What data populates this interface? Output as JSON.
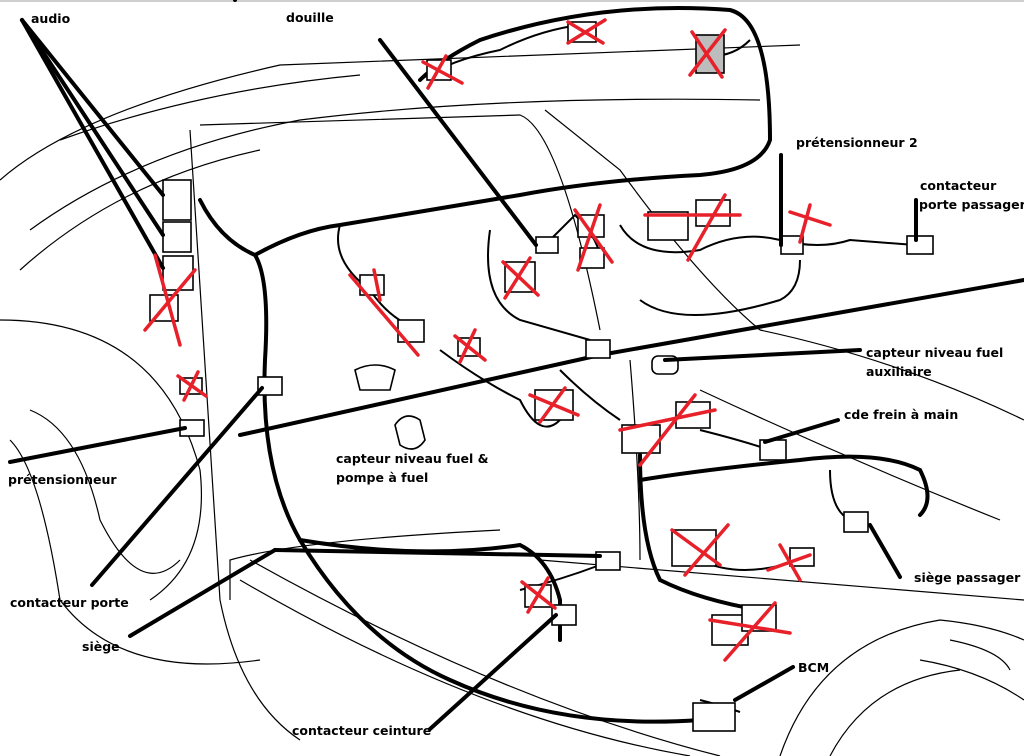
{
  "diagram": {
    "title": "Faisceau électrique véhicule — connecteurs",
    "colors": {
      "line": "#000000",
      "cross": "#e8202a",
      "hatch": "#bdbdbd"
    },
    "labels": {
      "audio": "audio",
      "douille": "douille",
      "pretensionneur_2": "prétensionneur 2",
      "contacteur_porte_passager_1": "contacteur",
      "contacteur_porte_passager_2": "porte passager",
      "capteur_aux_1": "capteur niveau fuel",
      "capteur_aux_2": "auxiliaire",
      "cde_frein": "cde frein à main",
      "capteur_pompe_1": "capteur niveau fuel &",
      "capteur_pompe_2": "pompe à fuel",
      "pretensionneur": "prétensionneur",
      "contacteur_porte": "contacteur porte",
      "siege": "siège",
      "siege_passager": "siège passager",
      "bcm": "BCM",
      "contacteur_ceinture": "contacteur ceinture"
    },
    "crossed_out_connectors": 17
  }
}
